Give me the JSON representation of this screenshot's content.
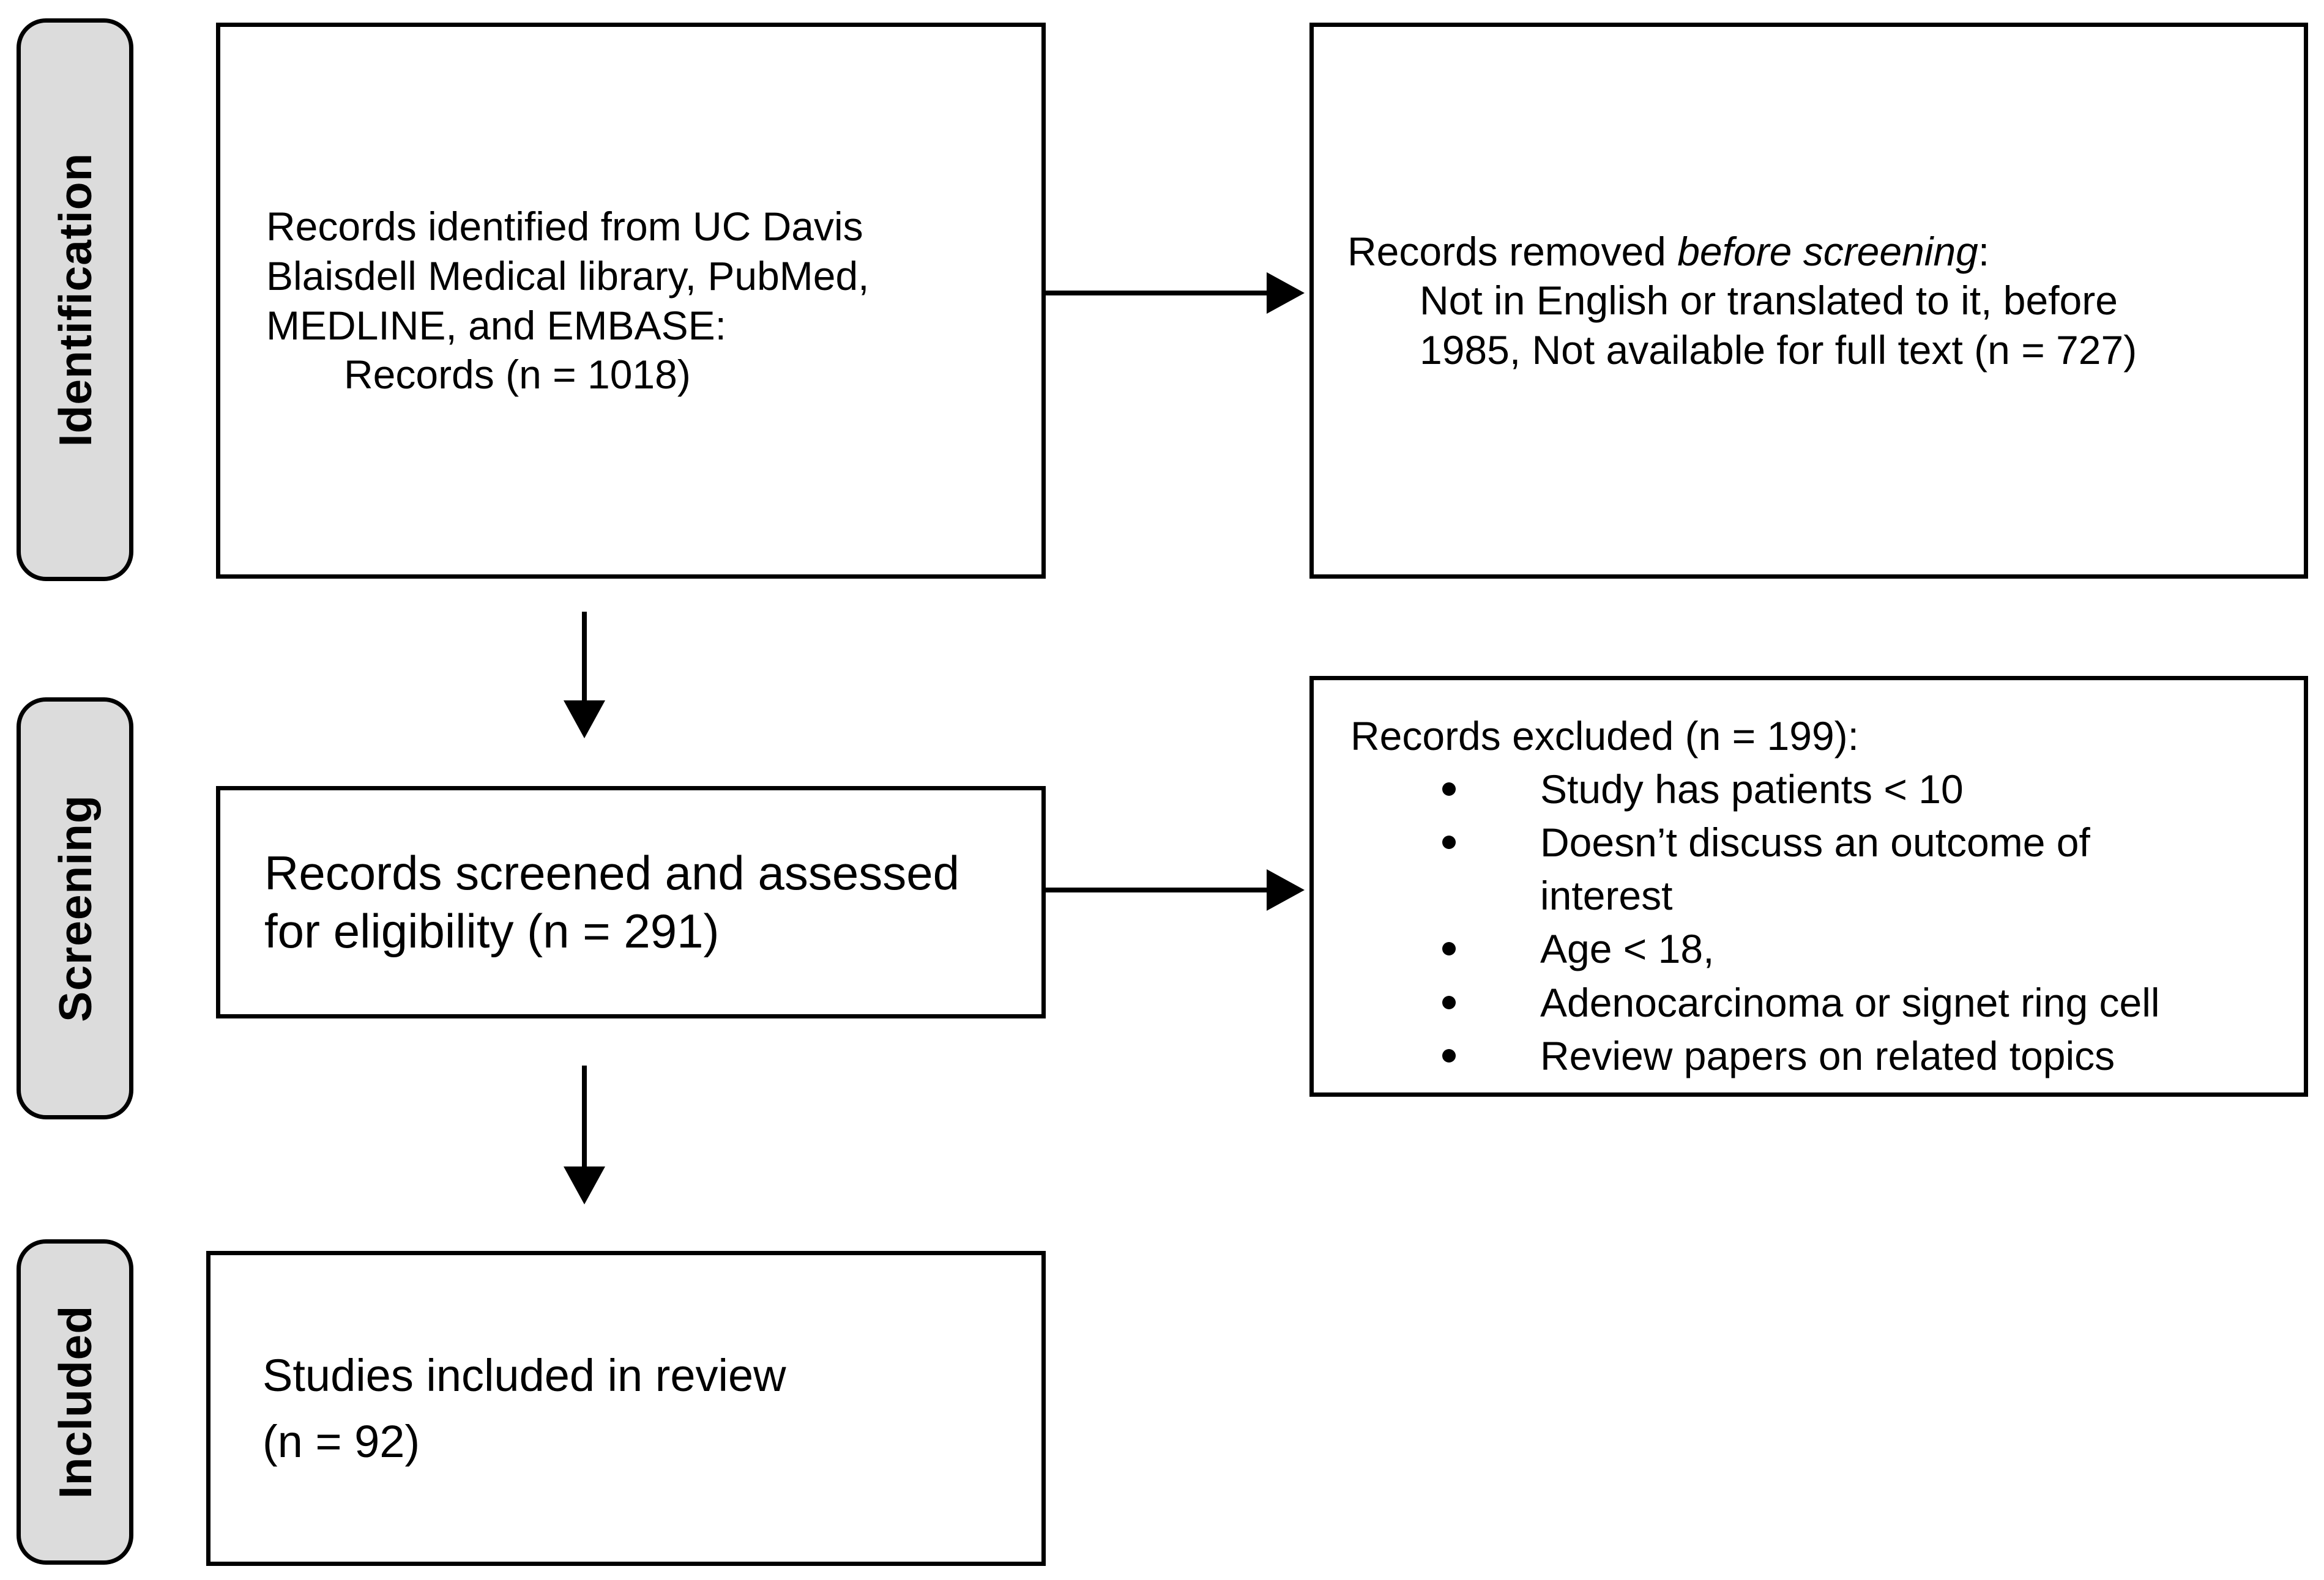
{
  "figure": {
    "type": "prisma-flow-diagram",
    "stages": [
      {
        "label": "Identification"
      },
      {
        "label": "Screening"
      },
      {
        "label": "Included"
      }
    ],
    "boxes": {
      "identified": {
        "line1": "Records identified from UC Davis",
        "line2": "Blaisdell Medical library, PubMed,",
        "line3": "MEDLINE, and EMBASE:",
        "indented_line": "Records (n = 1018)"
      },
      "removed": {
        "title_prefix": "Records removed ",
        "title_italic": "before screening",
        "title_suffix": ":",
        "detail_line1": "Not in English or translated to it, before",
        "detail_line2": "1985, Not available for full text (n = 727)"
      },
      "screened": {
        "line1": "Records screened and assessed",
        "line2": "for eligibility (n = 291)"
      },
      "excluded": {
        "title": "Records excluded (n = 199):",
        "bullets": [
          "Study has patients < 10",
          "Doesn’t discuss an outcome of interest",
          "Age < 18,",
          "Adenocarcinoma or signet ring cell",
          "Review papers on related topics"
        ]
      },
      "included": {
        "line1": "Studies included in review",
        "line2": "(n = 92)"
      }
    },
    "arrows": [
      {
        "from": "identified",
        "to": "removed",
        "direction": "right"
      },
      {
        "from": "identified",
        "to": "screened",
        "direction": "down"
      },
      {
        "from": "screened",
        "to": "excluded",
        "direction": "right"
      },
      {
        "from": "screened",
        "to": "included",
        "direction": "down"
      }
    ],
    "colors": {
      "stage_label_fill": "#dcdcdc",
      "border": "#000000",
      "text": "#000000",
      "background": "#ffffff"
    }
  }
}
